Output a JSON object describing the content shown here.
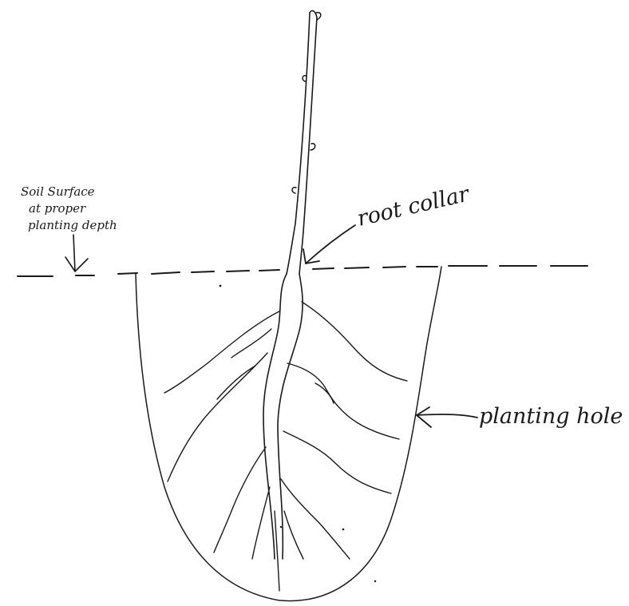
{
  "labels": {
    "soil_surface": [
      "Soil Surface",
      "at proper",
      "planting depth"
    ],
    "root_collar": "root collar",
    "planting_hole": "planting hole"
  },
  "ink_color": "#1a1a1a"
}
